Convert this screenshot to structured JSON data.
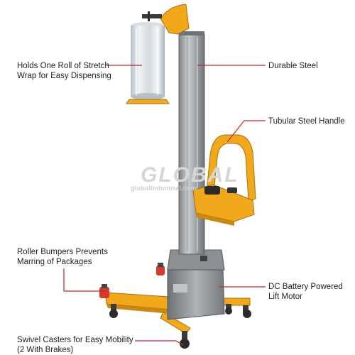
{
  "callouts": {
    "roll": {
      "line1": "Holds One Roll of Stretch",
      "line2": "Wrap for Easy Dispensing"
    },
    "steel": {
      "line1": "Durable Steel"
    },
    "handle": {
      "line1": "Tubular Steel Handle"
    },
    "bumpers": {
      "line1": "Roller Bumpers Prevents",
      "line2": "Marring of Packages"
    },
    "motor": {
      "line1": "DC Battery Powered",
      "line2": "Lift Motor"
    },
    "casters": {
      "line1": "Swivel Casters for Easy Mobility",
      "line2": "(2 With Brakes)"
    }
  },
  "watermark": {
    "main": "GLOBAL",
    "sub": "globalindustrial.com"
  },
  "colors": {
    "callout_line": "#c0272d",
    "frame_yellow": "#f2a81d",
    "mast_gray": "#9aa0a6",
    "text": "#222222"
  }
}
